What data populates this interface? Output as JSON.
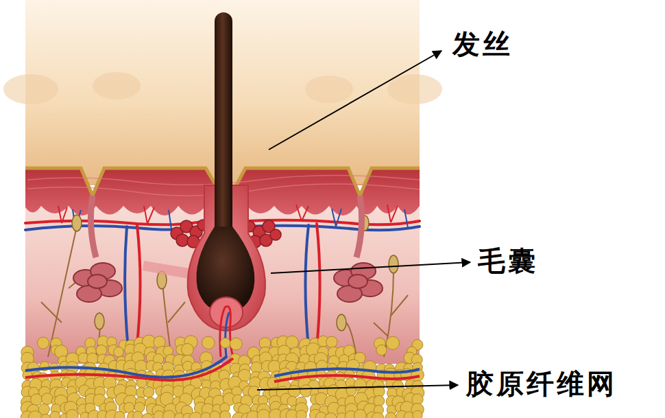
{
  "diagram": {
    "labels": [
      "发丝",
      "毛囊",
      "胶原纤维网"
    ]
  }
}
